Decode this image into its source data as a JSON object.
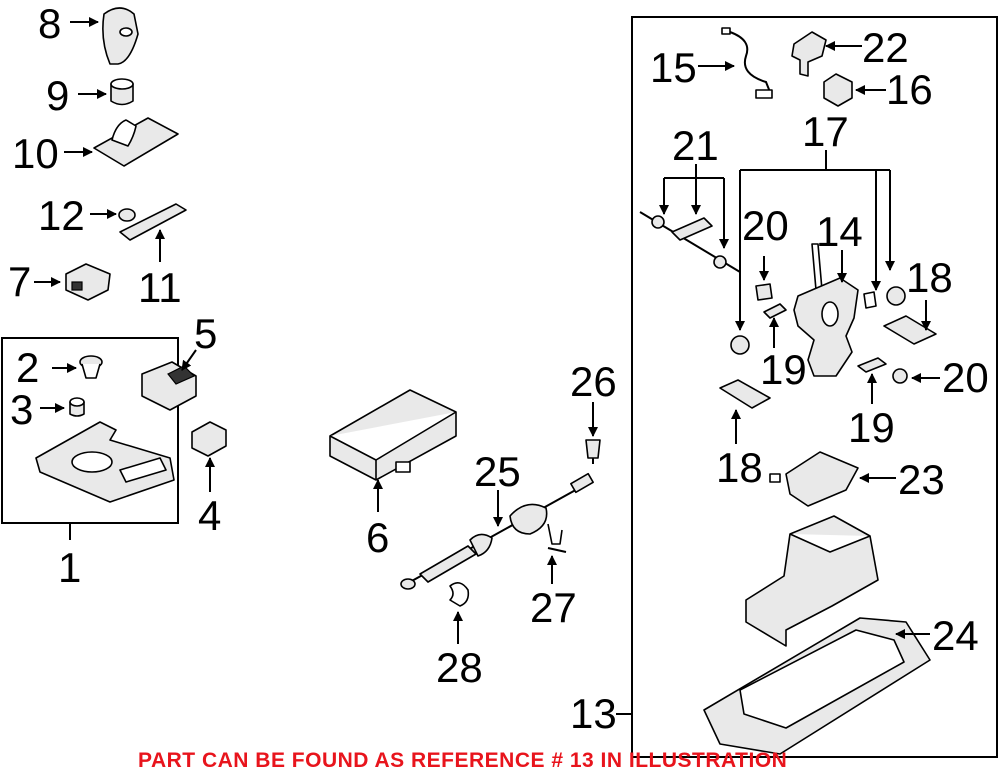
{
  "callouts": {
    "c1": "1",
    "c2": "2",
    "c3": "3",
    "c4": "4",
    "c5": "5",
    "c6": "6",
    "c7": "7",
    "c8": "8",
    "c9": "9",
    "c10": "10",
    "c11": "11",
    "c12": "12",
    "c13": "13",
    "c14": "14",
    "c15": "15",
    "c16": "16",
    "c17": "17",
    "c18a": "18",
    "c18b": "18",
    "c19a": "19",
    "c19b": "19",
    "c20a": "20",
    "c20b": "20",
    "c21": "21",
    "c22": "22",
    "c23": "23",
    "c24": "24",
    "c25": "25",
    "c26": "26",
    "c27": "27",
    "c28": "28"
  },
  "caption": {
    "text": "PART CAN BE FOUND AS REFERENCE # 13 IN ILLUSTRATION",
    "color": "#e8141c"
  }
}
